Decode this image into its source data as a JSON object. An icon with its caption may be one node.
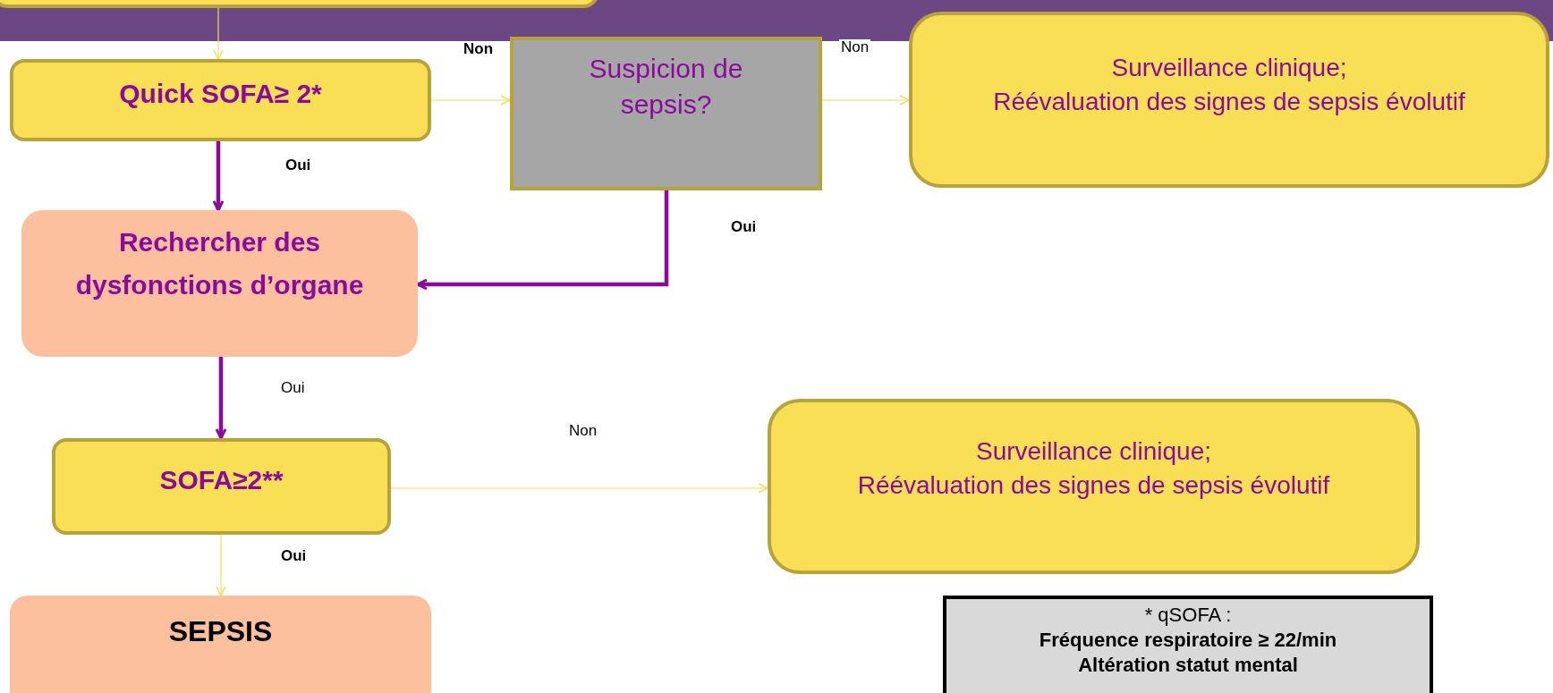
{
  "diagram": {
    "nodes": [
      {
        "text": [],
        "shape": "box"
      },
      {
        "text": [
          "Quick SOFA≥ 2*"
        ]
      },
      {
        "text": [
          "Suspicion de sepsis?"
        ]
      },
      {
        "text": [
          "Surveillance clinique;",
          "Réévaluation des signes de sepsis évolutif"
        ]
      },
      {
        "text": [
          "Rechercher des dysfonctions d’organe"
        ]
      },
      {
        "text": [
          "SOFA≥2**"
        ]
      },
      {
        "text": [
          "Surveillance clinique;",
          "Réévaluation des signes de sepsis évolutif"
        ]
      },
      {
        "text": [
          "SEPSIS"
        ]
      },
      {
        "text": [
          "* qSOFA :",
          "Fréquence respiratoire ≥ 22/min",
          "Altération statut mental"
        ]
      }
    ],
    "edges": [
      {
        "from": 0,
        "to": 1,
        "arrow": "to"
      },
      {
        "from": 1,
        "to": 2,
        "arrow": "to",
        "label": "Non"
      },
      {
        "from": 2,
        "to": 3,
        "arrow": "to",
        "label": "Non"
      },
      {
        "from": 1,
        "to": 4,
        "arrow": "to",
        "label": "Oui",
        "style": "thick",
        "color": "#8b0a9c"
      },
      {
        "from": 2,
        "to": 4,
        "arrow": "to",
        "label": "Oui",
        "style": "thick",
        "color": "#8b0a9c"
      },
      {
        "from": 4,
        "to": 5,
        "arrow": "to",
        "label": "Oui",
        "style": "thick",
        "color": "#8b0a9c"
      },
      {
        "from": 5,
        "to": 6,
        "arrow": "to",
        "label": "Non"
      },
      {
        "from": 5,
        "to": 7,
        "arrow": "to",
        "label": "Oui"
      }
    ]
  }
}
